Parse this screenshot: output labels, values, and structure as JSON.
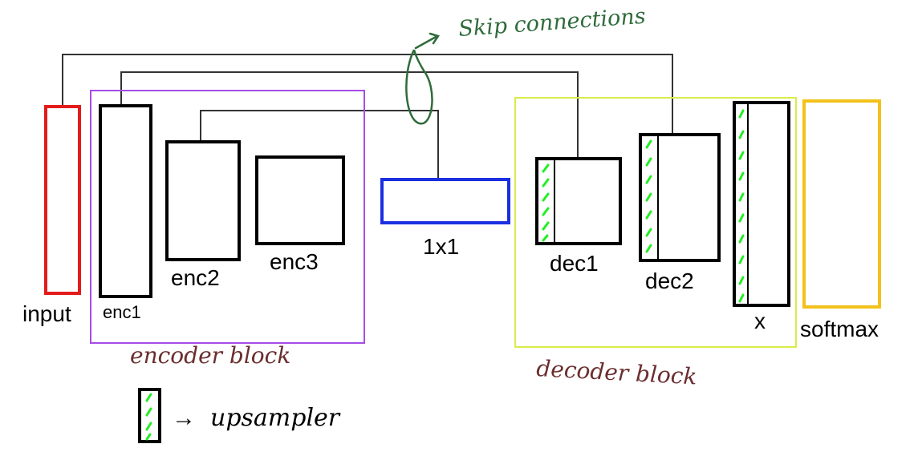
{
  "labels": {
    "input": "input",
    "enc1": "enc1",
    "enc2": "enc2",
    "enc3": "enc3",
    "bottleneck": "1x1",
    "dec1": "dec1",
    "dec2": "dec2",
    "x": "x",
    "softmax": "softmax"
  },
  "annotations": {
    "skip_connections": "Skip connections",
    "encoder_block": "encoder block",
    "decoder_block": "decoder block",
    "upsampler": "upsampler",
    "legend_arrow": "→"
  },
  "colors": {
    "input": "#e31b1b",
    "encoder_block": "#a64ce6",
    "bottleneck": "#1a2fe0",
    "decoder_block": "#d9ec4a",
    "softmax": "#f2c21a",
    "upsampler_marks": "#22ee22",
    "skip_lines": "#333333",
    "encoder_label": "#6b2e2e",
    "decoder_label": "#6b2e2e",
    "skip_annotation": "#2f6b3a"
  }
}
